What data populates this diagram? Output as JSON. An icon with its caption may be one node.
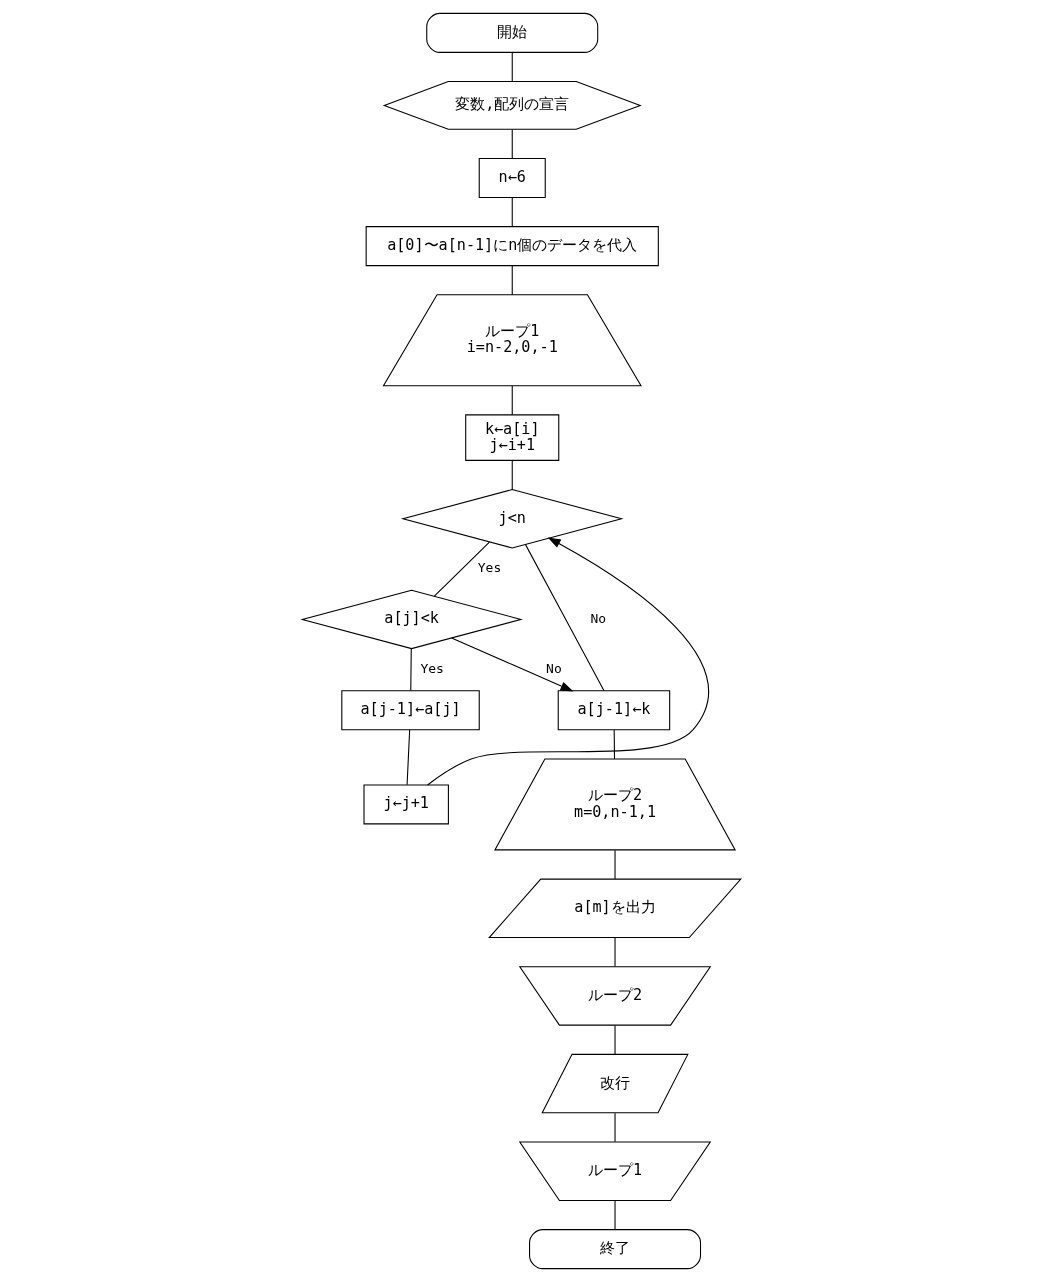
{
  "diagram": {
    "nodes": [
      {
        "text": [
          "開始"
        ]
      },
      {
        "text": [
          "変数,配列の宣言"
        ]
      },
      {
        "text": [
          "n←6"
        ]
      },
      {
        "text": [
          "a[0]〜a[n-1]にn個のデータを代入"
        ]
      },
      {
        "text": [
          "ループ1",
          "i=n-2,0,-1"
        ]
      },
      {
        "text": [
          "k←a[i]",
          "j←i+1"
        ]
      },
      {
        "text": [
          "j<n"
        ]
      },
      {
        "text": [
          "a[j]<k"
        ]
      },
      {
        "text": [
          "a[j-1]←a[j]"
        ]
      },
      {
        "text": [
          "j←j+1"
        ]
      },
      {
        "text": [
          "a[j-1]←k"
        ]
      },
      {
        "text": [
          "ループ2",
          "m=0,n-1,1"
        ]
      },
      {
        "text": [
          "a[m]を出力"
        ]
      },
      {
        "text": [
          "ループ2"
        ]
      },
      {
        "text": [
          "改行"
        ]
      },
      {
        "text": [
          "ループ1"
        ]
      },
      {
        "text": [
          "終了"
        ]
      }
    ],
    "edges": [
      {
        "from": 0,
        "to": 1,
        "arrow": "none"
      },
      {
        "from": 1,
        "to": 2,
        "arrow": "none"
      },
      {
        "from": 2,
        "to": 3,
        "arrow": "none"
      },
      {
        "from": 3,
        "to": 4,
        "arrow": "none"
      },
      {
        "from": 4,
        "to": 5,
        "arrow": "none"
      },
      {
        "from": 5,
        "to": 6,
        "arrow": "none"
      },
      {
        "from": 6,
        "to": 7,
        "arrow": "none",
        "label": "Yes"
      },
      {
        "from": 7,
        "to": 8,
        "arrow": "none",
        "label": "Yes"
      },
      {
        "from": 8,
        "to": 9,
        "arrow": "none"
      },
      {
        "from": 9,
        "to": 6,
        "arrow": "to"
      },
      {
        "from": 6,
        "to": 10,
        "arrow": "none",
        "label": "No"
      },
      {
        "from": 7,
        "to": 10,
        "arrow": "to",
        "label": "No"
      },
      {
        "from": 10,
        "to": 11,
        "arrow": "none"
      },
      {
        "from": 11,
        "to": 12,
        "arrow": "none"
      },
      {
        "from": 12,
        "to": 13,
        "arrow": "none"
      },
      {
        "from": 13,
        "to": 14,
        "arrow": "none"
      },
      {
        "from": 14,
        "to": 15,
        "arrow": "none"
      },
      {
        "from": 15,
        "to": 16,
        "arrow": "none"
      }
    ]
  }
}
